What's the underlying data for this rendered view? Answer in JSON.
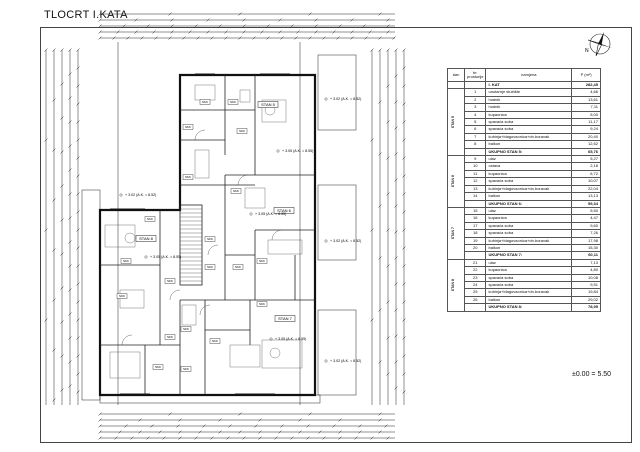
{
  "header": {
    "title": "TLOCRT I.KATA"
  },
  "level_label": "±0.00 = 5.50",
  "north_label": "N",
  "plan": {
    "apartment_labels": [
      "STAN 5",
      "STAN 6",
      "STAN 8",
      "STAN 7"
    ],
    "hatch_labels": [
      "SKK",
      "SKK",
      "SKK",
      "SKK",
      "SKK",
      "SKK",
      "SKK",
      "SKK",
      "SKK",
      "SKK",
      "SKK",
      "SKK",
      "SKK",
      "SKK",
      "SKK",
      "SKK",
      "SKK",
      "SKK",
      "SKK",
      "SKK"
    ],
    "ceiling_notes": [
      "+ 3.02 (A.K. = 8.52)",
      "+ 3.05 (A.K. = 8.55)"
    ]
  },
  "table": {
    "headers": [
      "stan",
      "br. prostorije",
      "namjena",
      "P (m²)"
    ],
    "rows": [
      {
        "kind": "section",
        "num": "",
        "name": "I. KAT",
        "area": "282,45"
      },
      {
        "kind": "room",
        "num": "1",
        "name": "unutarnje stubište",
        "area": "4,66"
      },
      {
        "kind": "room",
        "num": "2",
        "name": "hodnik",
        "area": "13,61"
      },
      {
        "kind": "room",
        "num": "3",
        "name": "hodnik",
        "area": "7,11"
      },
      {
        "kind": "room",
        "num": "4",
        "name": "kupaonica",
        "area": "5,00"
      },
      {
        "kind": "room",
        "num": "5",
        "name": "spavaća soba",
        "area": "11,17"
      },
      {
        "kind": "room",
        "num": "6",
        "name": "spavaća soba",
        "area": "9,24"
      },
      {
        "kind": "room",
        "num": "7",
        "name": "kuhinja+blagovaonica+dn.boravak",
        "area": "20,40"
      },
      {
        "kind": "room",
        "num": "8",
        "name": "balkon",
        "area": "12,62"
      },
      {
        "kind": "total",
        "num": "",
        "name": "UKUPNO STAN 5:",
        "area": "65,76"
      },
      {
        "kind": "room",
        "num": "9",
        "name": "ulaz",
        "area": "5,27"
      },
      {
        "kind": "room",
        "num": "10",
        "name": "ostava",
        "area": "2,18"
      },
      {
        "kind": "room",
        "num": "11",
        "name": "kupaonica",
        "area": "6,72"
      },
      {
        "kind": "room",
        "num": "12",
        "name": "spavaća soba",
        "area": "10,07"
      },
      {
        "kind": "room",
        "num": "13",
        "name": "kuhinja+blagovaonica+dn.boravak",
        "area": "22,04"
      },
      {
        "kind": "room",
        "num": "14",
        "name": "balkon",
        "area": "13,13"
      },
      {
        "kind": "total",
        "num": "",
        "name": "UKUPNO STAN 6:",
        "area": "59,34"
      },
      {
        "kind": "room",
        "num": "15",
        "name": "ulaz",
        "area": "5,50"
      },
      {
        "kind": "room",
        "num": "16",
        "name": "kupaonica",
        "area": "4,47"
      },
      {
        "kind": "room",
        "num": "17",
        "name": "spavaća soba",
        "area": "9,60"
      },
      {
        "kind": "room",
        "num": "18",
        "name": "spavaća soba",
        "area": "7,26"
      },
      {
        "kind": "room",
        "num": "19",
        "name": "kuhinja+blagovaonica+dn.boravak",
        "area": "17,98"
      },
      {
        "kind": "room",
        "num": "20",
        "name": "balkon",
        "area": "15,30"
      },
      {
        "kind": "total",
        "num": "",
        "name": "UKUPNO STAN 7:",
        "area": "60,11"
      },
      {
        "kind": "room",
        "num": "21",
        "name": "ulaz",
        "area": "7,13"
      },
      {
        "kind": "room",
        "num": "22",
        "name": "kupaonica",
        "area": "4,80"
      },
      {
        "kind": "room",
        "num": "23",
        "name": "spavaća soba",
        "area": "10,08"
      },
      {
        "kind": "room",
        "num": "24",
        "name": "spavaća soba",
        "area": "9,51"
      },
      {
        "kind": "room",
        "num": "25",
        "name": "kuhinja+blagovaonica+dn.boravak",
        "area": "19,84"
      },
      {
        "kind": "room",
        "num": "26",
        "name": "balkon",
        "area": "29,02"
      },
      {
        "kind": "total",
        "num": "",
        "name": "UKUPNO STAN 8:",
        "area": "78,95"
      }
    ],
    "groups": [
      "STAN 5",
      "STAN 6",
      "STAN 7",
      "STAN 8"
    ]
  }
}
